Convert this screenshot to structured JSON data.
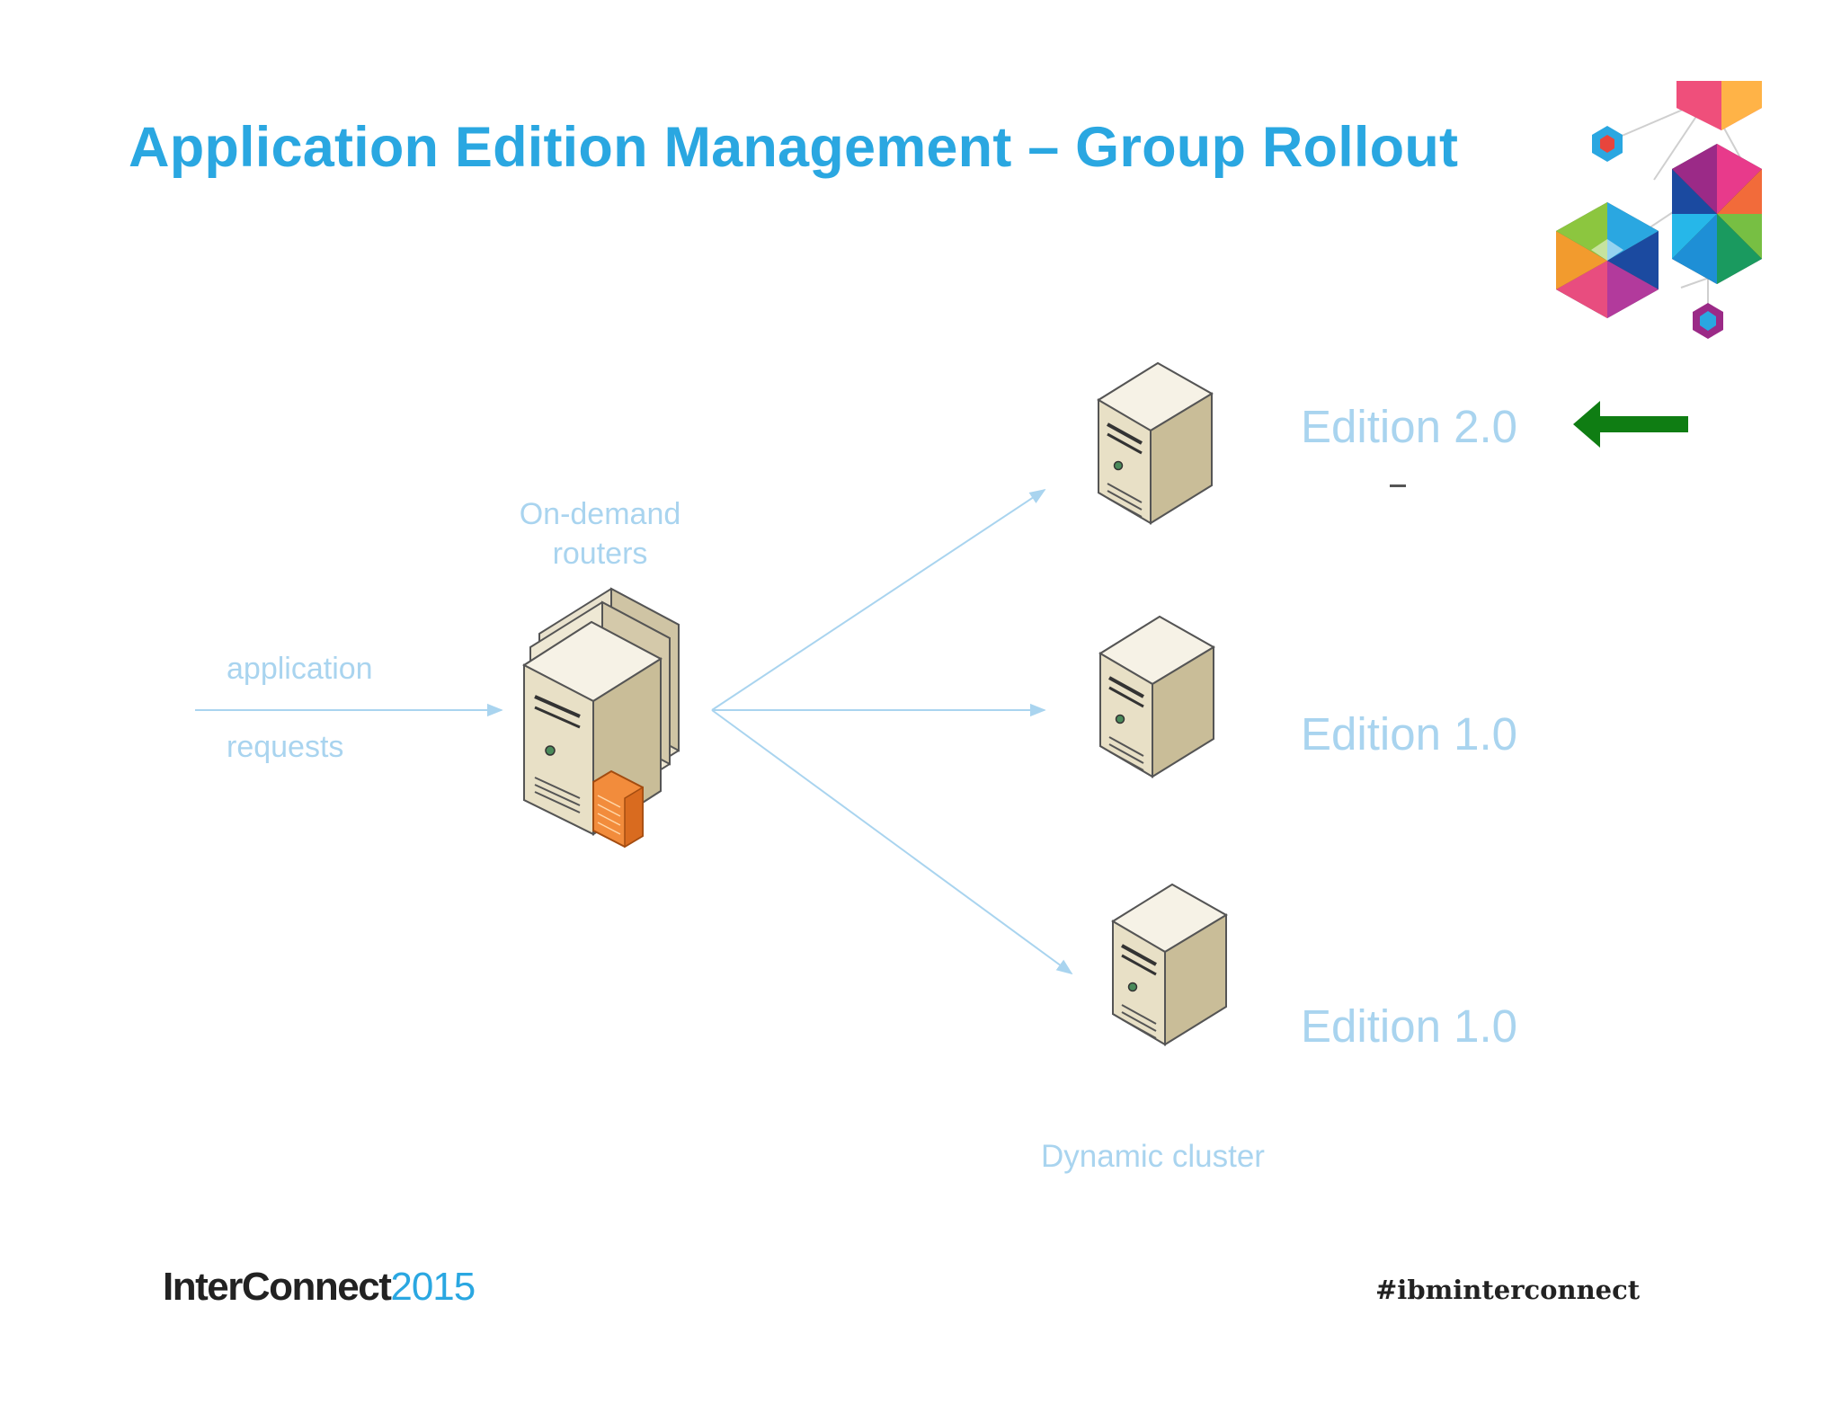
{
  "slide": {
    "title": "Application Edition Management – Group Rollout"
  },
  "diagram": {
    "router_label_line1": "On-demand",
    "router_label_line2": "routers",
    "request_label_line1": "application",
    "request_label_line2": "requests",
    "editions": [
      "Edition 2.0",
      "Edition 1.0",
      "Edition 1.0"
    ],
    "cluster_label": "Dynamic cluster",
    "highlight_arrow_color": "#0f7d13",
    "connector_color": "#a9d4ef"
  },
  "footer": {
    "brand_name": "InterConnect",
    "brand_year": "2015",
    "hashtag": "#ibminterconnect"
  },
  "colors": {
    "title": "#2aa7e1",
    "label": "#a9d4ef"
  }
}
